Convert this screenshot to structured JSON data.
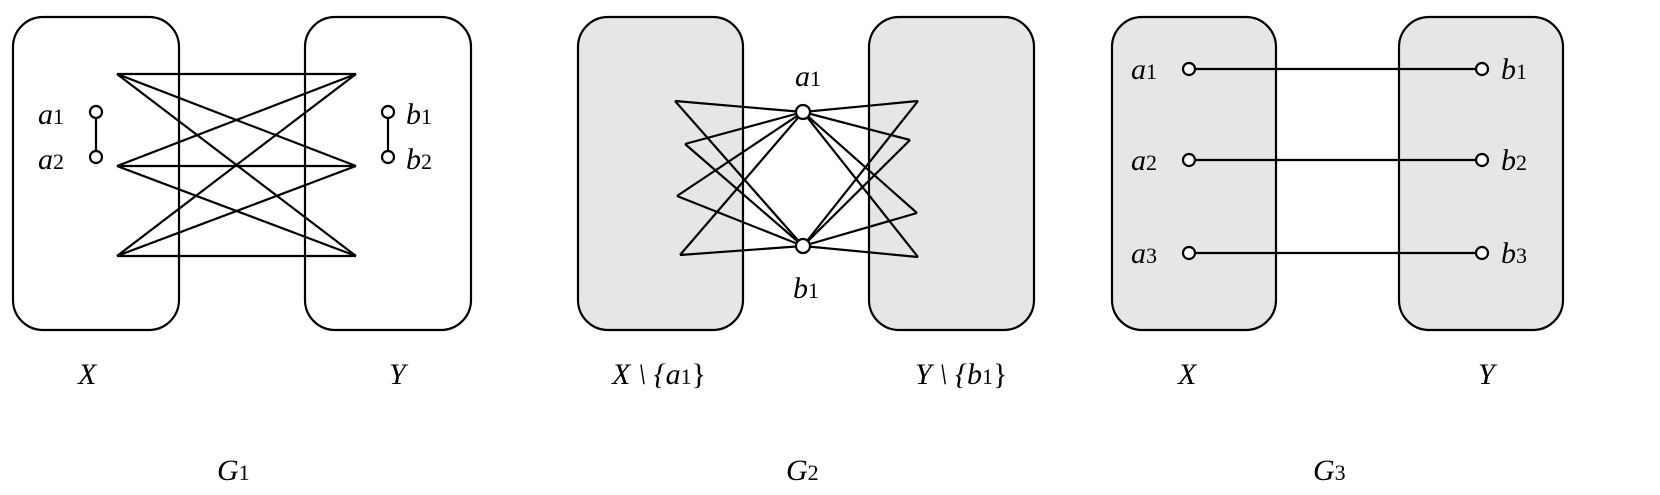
{
  "figure": {
    "g1": {
      "caption": {
        "main": "G",
        "sub": "1"
      },
      "left_set": "X",
      "right_set": "Y",
      "vertices": {
        "a1": {
          "main": "a",
          "sub": "1"
        },
        "a2": {
          "main": "a",
          "sub": "2"
        },
        "b1": {
          "main": "b",
          "sub": "1"
        },
        "b2": {
          "main": "b",
          "sub": "2"
        }
      }
    },
    "g2": {
      "caption": {
        "main": "G",
        "sub": "2"
      },
      "left_set": {
        "main": "X \\ {a",
        "sub": "1",
        "close": "}"
      },
      "right_set": {
        "main": "Y \\ {b",
        "sub": "1",
        "close": "}"
      },
      "vertices": {
        "a1": {
          "main": "a",
          "sub": "1"
        },
        "b1": {
          "main": "b",
          "sub": "1"
        }
      }
    },
    "g3": {
      "caption": {
        "main": "G",
        "sub": "3"
      },
      "left_set": "X",
      "right_set": "Y",
      "vertices": {
        "a1": {
          "main": "a",
          "sub": "1"
        },
        "a2": {
          "main": "a",
          "sub": "2"
        },
        "a3": {
          "main": "a",
          "sub": "3"
        },
        "b1": {
          "main": "b",
          "sub": "1"
        },
        "b2": {
          "main": "b",
          "sub": "2"
        },
        "b3": {
          "main": "b",
          "sub": "3"
        }
      }
    },
    "colors": {
      "stroke": "#000000",
      "shaded_region": "#e6e6e6",
      "background": "#ffffff"
    }
  }
}
